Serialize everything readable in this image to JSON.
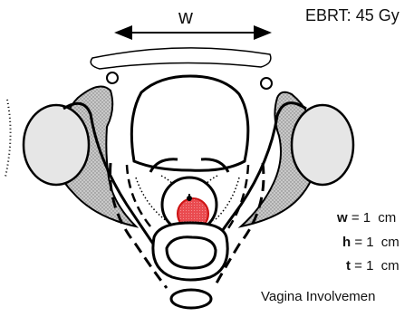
{
  "header": {
    "ebrt_label": "EBRT: 45 Gy",
    "width_symbol": "w"
  },
  "measurements": [
    {
      "symbol": "w",
      "value": "= 1",
      "unit": "cm"
    },
    {
      "symbol": "h",
      "value": "= 1",
      "unit": "cm"
    },
    {
      "symbol": "t",
      "value": "= 1",
      "unit": "cm"
    }
  ],
  "footer": {
    "vagina_label": "Vagina Involvemen"
  },
  "colors": {
    "tumor_fill": "#e8454a",
    "bone_fill": "#e6e6e6",
    "muscle_fill": "#b9b9b9",
    "outline": "#000000"
  }
}
